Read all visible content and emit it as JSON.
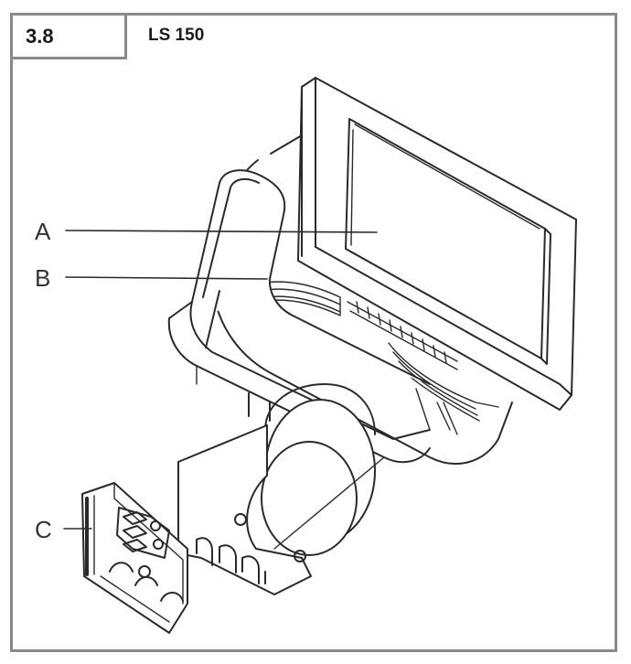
{
  "figure": {
    "number": "3.8",
    "title": "LS 150"
  },
  "callouts": [
    {
      "id": "A",
      "label": "A"
    },
    {
      "id": "B",
      "label": "B"
    },
    {
      "id": "C",
      "label": "C"
    }
  ],
  "colors": {
    "line": "#2a2a2a",
    "frame": "#8a8a8a",
    "fill": "#ffffff"
  }
}
